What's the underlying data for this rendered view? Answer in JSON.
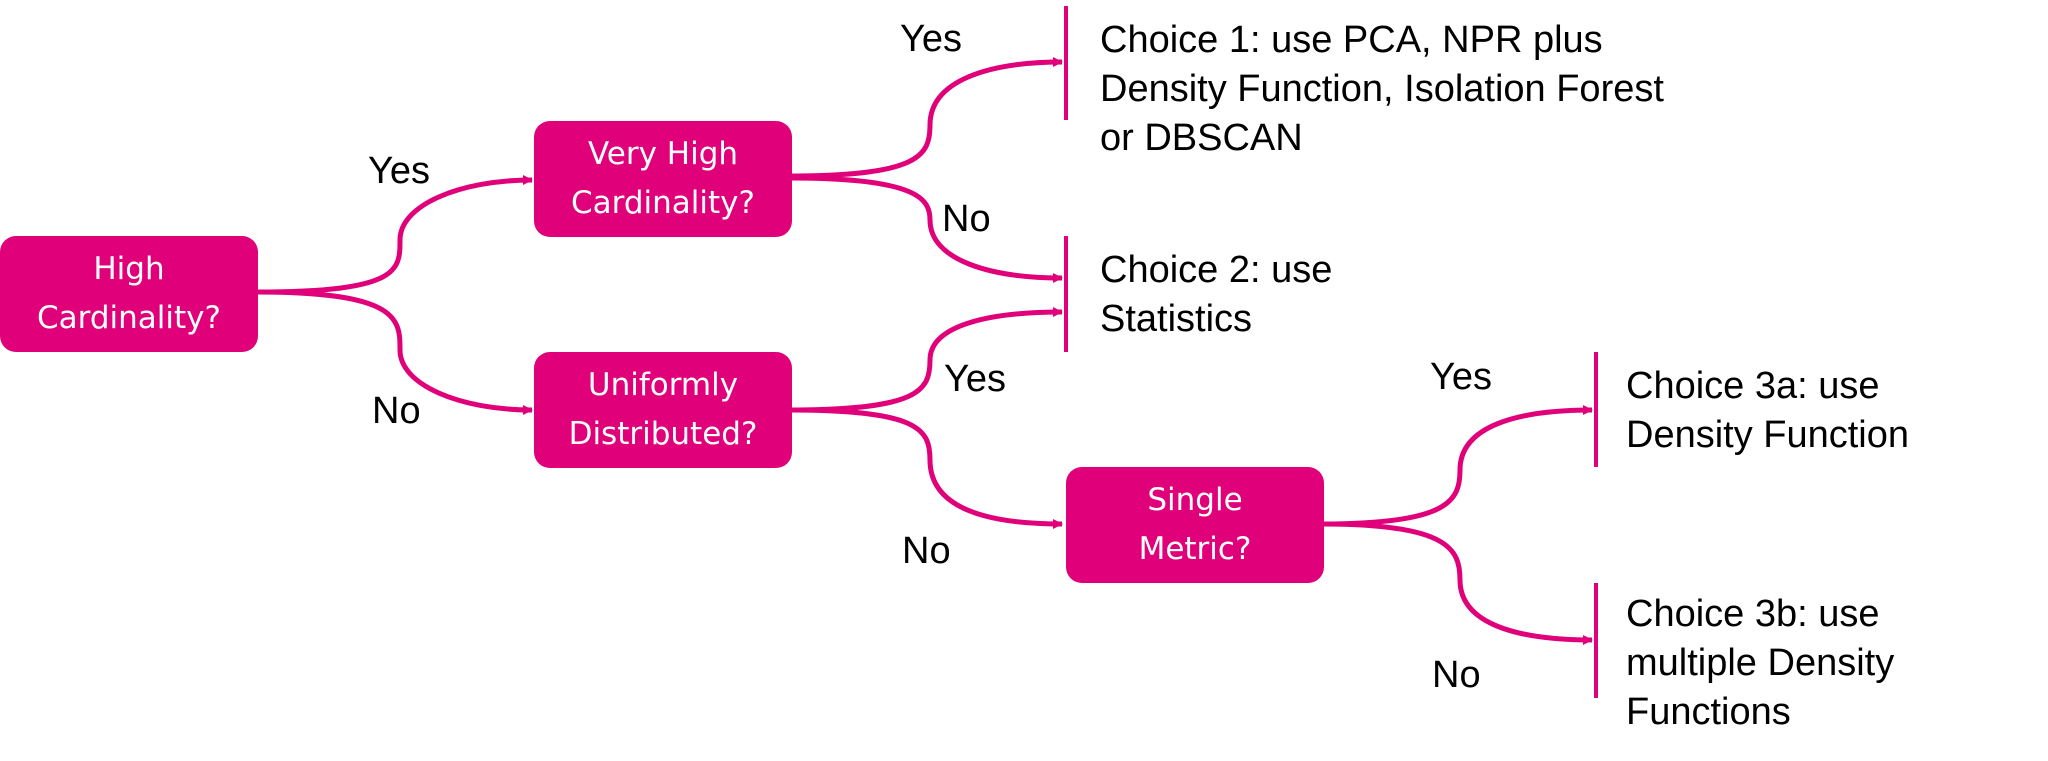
{
  "accent_color": "#e0007a",
  "decisions": {
    "high_cardinality": [
      "High",
      "Cardinality?"
    ],
    "very_high_cardinality": [
      "Very High",
      "Cardinality?"
    ],
    "uniformly_distributed": [
      "Uniformly",
      "Distributed?"
    ],
    "single_metric": [
      "Single",
      "Metric?"
    ]
  },
  "branch_labels": {
    "high_yes": "Yes",
    "high_no": "No",
    "very_high_yes": "Yes",
    "very_high_no": "No",
    "uniform_yes": "Yes",
    "uniform_no": "No",
    "single_yes": "Yes",
    "single_no": "No"
  },
  "outcomes": {
    "choice1": [
      "Choice 1: use PCA, NPR plus",
      "Density Function, Isolation Forest",
      "or DBSCAN"
    ],
    "choice2": [
      "Choice 2: use",
      "Statistics"
    ],
    "choice3a": [
      "Choice 3a: use",
      "Density Function"
    ],
    "choice3b": [
      "Choice 3b: use",
      "multiple Density",
      "Functions"
    ]
  }
}
